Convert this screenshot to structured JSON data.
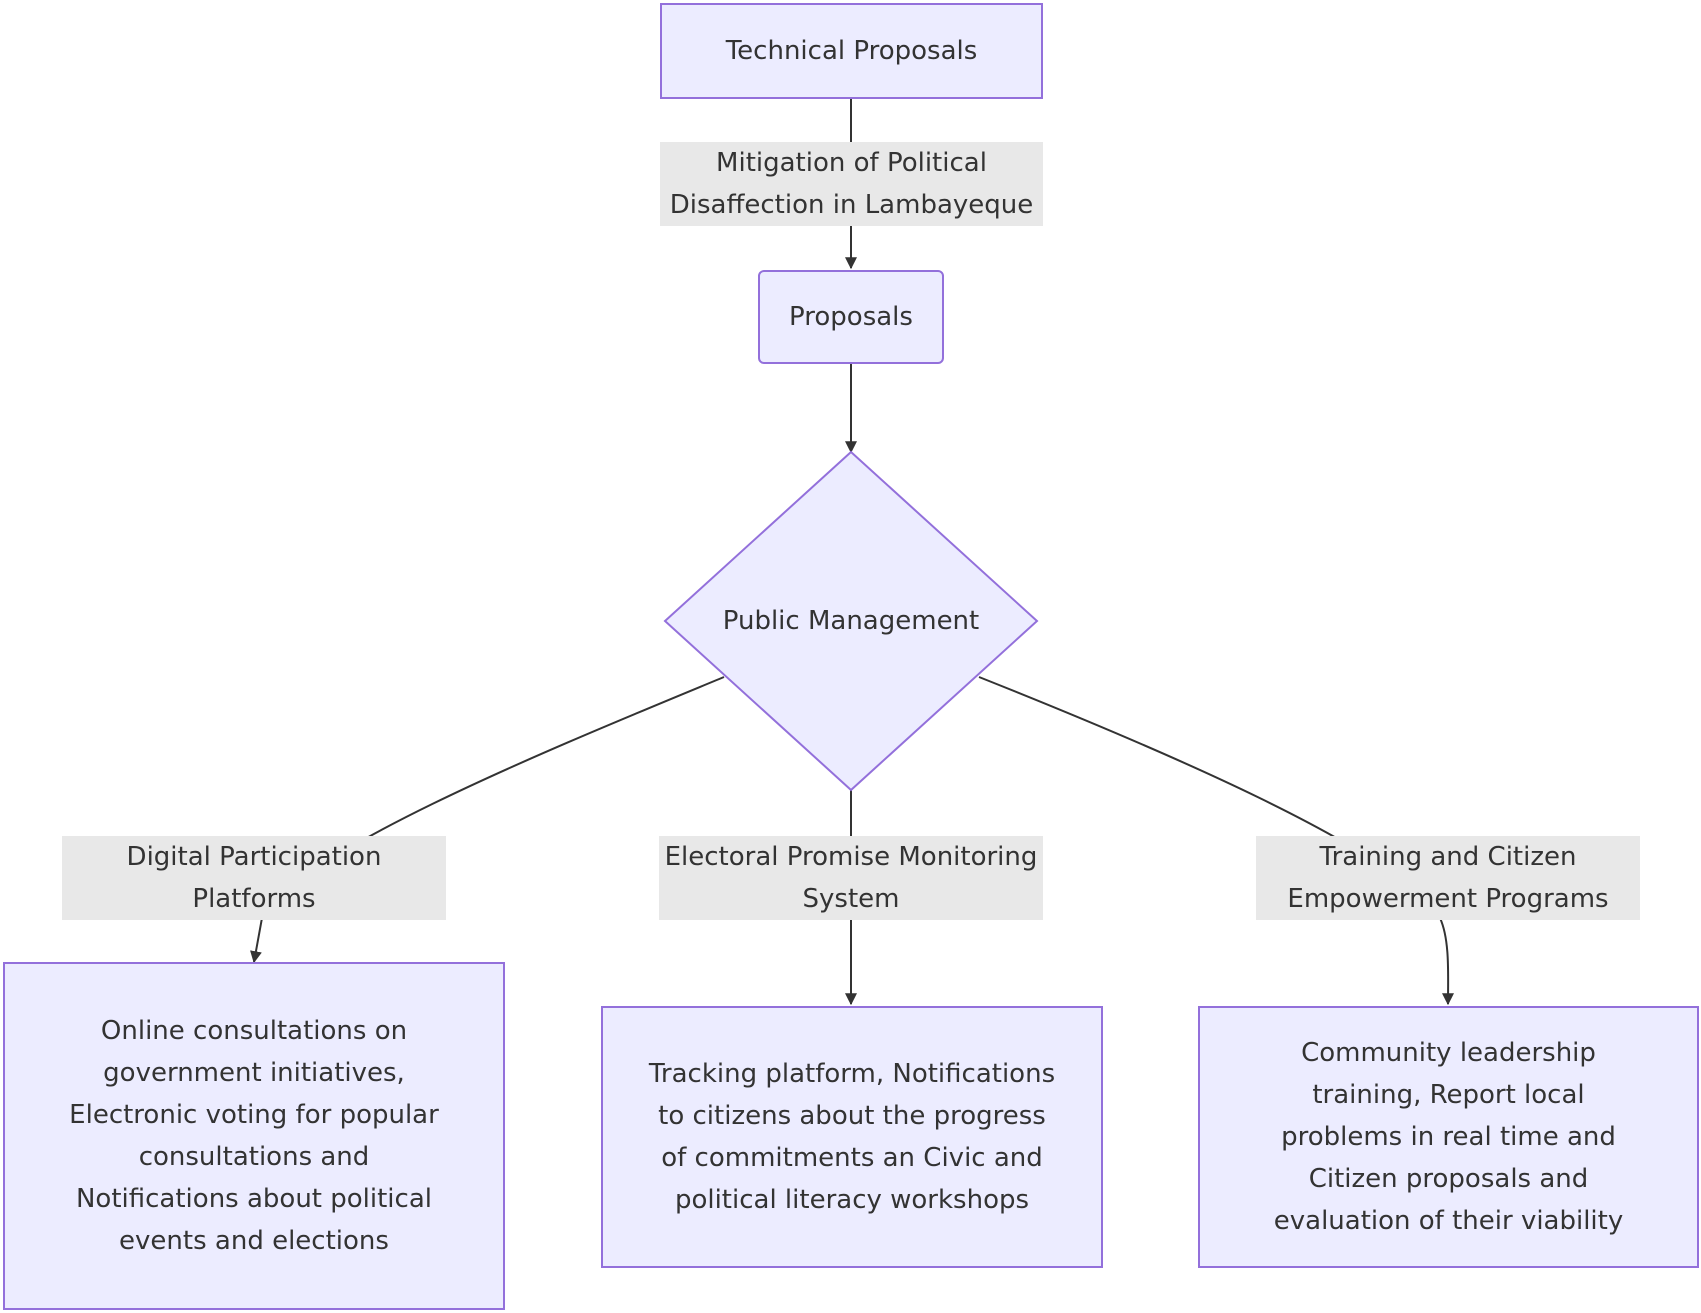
{
  "nodes": {
    "technical_proposals": "Technical Proposals",
    "proposals": "Proposals",
    "public_management": "Public Management",
    "digital_result": "Online consultations on government initiatives, Electronic voting for popular consultations and Notifications about political events and elections",
    "electoral_result": "Tracking platform, Notifications to citizens about the progress of commitments an Civic and political literacy workshops",
    "training_result": "Community leadership training, Report local problems in real time and Citizen proposals and evaluation of their viability"
  },
  "edge_labels": {
    "mitigation": "Mitigation of Political Disaffection in Lambayeque",
    "digital": "Digital Participation Platforms",
    "electoral": "Electoral Promise Monitoring System",
    "training": "Training and Citizen Empowerment Programs"
  },
  "colors": {
    "node_fill": "#ececff",
    "node_border": "#9370db",
    "label_fill": "#e8e8e8",
    "edge": "#333333"
  }
}
